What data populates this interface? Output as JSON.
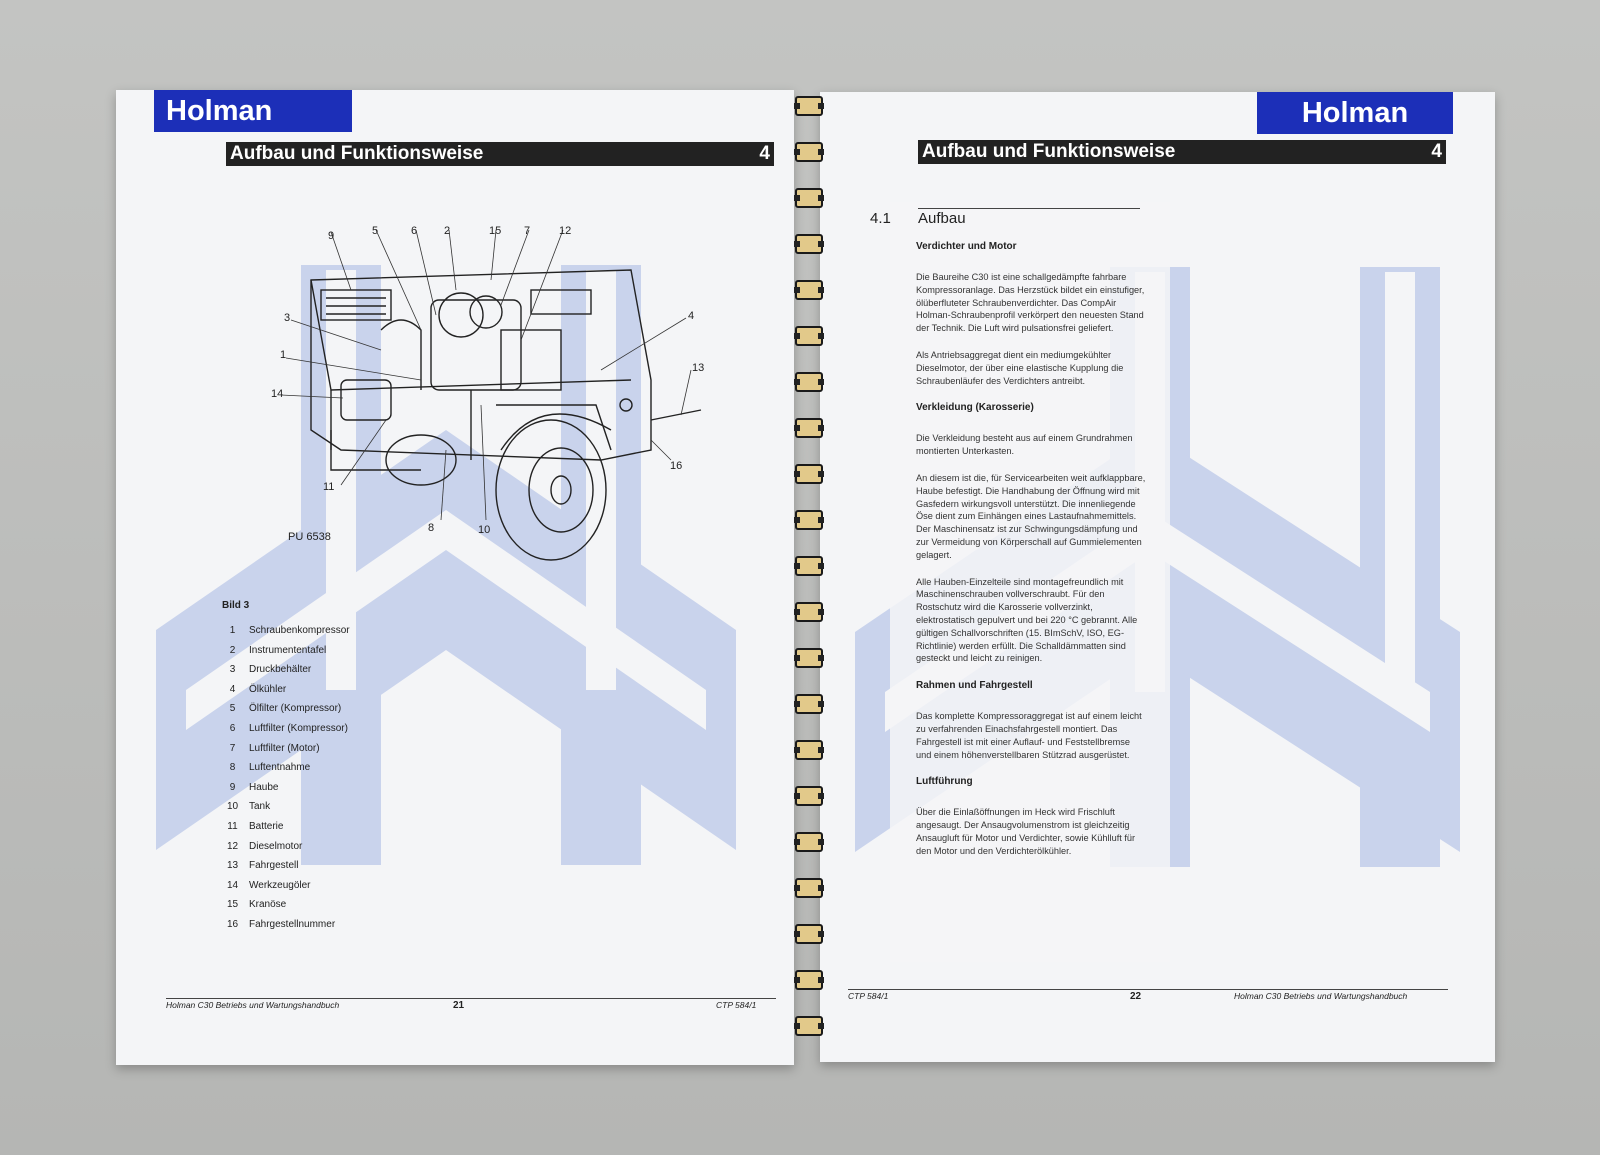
{
  "left_page": {
    "brand": "Holman",
    "chapter_title": "Aufbau und Funktionsweise",
    "chapter_number": "4",
    "figure_callouts": [
      "9",
      "5",
      "6",
      "2",
      "15",
      "7",
      "12",
      "3",
      "4",
      "1",
      "13",
      "14",
      "16",
      "11",
      "8",
      "10"
    ],
    "figure_code": "PU 6538",
    "legend_title": "Bild 3",
    "legend": [
      {
        "n": "1",
        "label": "Schraubenkompressor"
      },
      {
        "n": "2",
        "label": "Instrumententafel"
      },
      {
        "n": "3",
        "label": "Druckbehälter"
      },
      {
        "n": "4",
        "label": "Ölkühler"
      },
      {
        "n": "5",
        "label": "Ölfilter (Kompressor)"
      },
      {
        "n": "6",
        "label": "Luftfilter (Kompressor)"
      },
      {
        "n": "7",
        "label": "Luftfilter (Motor)"
      },
      {
        "n": "8",
        "label": "Luftentnahme"
      },
      {
        "n": "9",
        "label": "Haube"
      },
      {
        "n": "10",
        "label": "Tank"
      },
      {
        "n": "11",
        "label": "Batterie"
      },
      {
        "n": "12",
        "label": "Dieselmotor"
      },
      {
        "n": "13",
        "label": "Fahrgestell"
      },
      {
        "n": "14",
        "label": "Werkzeugöler"
      },
      {
        "n": "15",
        "label": "Kranöse"
      },
      {
        "n": "16",
        "label": "Fahrgestellnummer"
      }
    ],
    "footer_left": "Holman C30 Betriebs und Wartungshandbuch",
    "page_number": "21",
    "footer_right": "CTP 584/1"
  },
  "right_page": {
    "brand": "Holman",
    "chapter_title": "Aufbau und Funktionsweise",
    "chapter_number": "4",
    "section_number": "4.1",
    "section_title": "Aufbau",
    "blocks": [
      {
        "heading": "Verdichter und Motor",
        "paragraphs": [
          "Die Baureihe C30 ist eine schallgedämpfte fahrbare Kompressoranlage. Das Herzstück bildet ein einstufiger, ölüberfluteter Schraubenverdichter. Das CompAir Holman-Schraubenprofil verkörpert den neuesten Stand der Technik. Die Luft wird pulsationsfrei geliefert.",
          "Als Antriebsaggregat dient ein mediumgekühlter Dieselmotor, der über eine elastische Kupplung die Schraubenläufer des Verdichters antreibt."
        ]
      },
      {
        "heading": "Verkleidung (Karosserie)",
        "paragraphs": [
          "Die Verkleidung besteht aus auf einem Grundrahmen montierten Unterkasten.",
          "An diesem ist die, für Servicearbeiten weit aufklappbare, Haube befestigt. Die Handhabung der Öffnung wird mit Gasfedern wirkungsvoll unterstützt. Die innenliegende Öse dient zum Einhängen eines Lastaufnahmemittels. Der Maschinensatz ist zur Schwingungsdämpfung und zur Vermeidung von Körperschall auf Gummielementen gelagert.",
          "Alle Hauben-Einzelteile sind montagefreundlich mit Maschinenschrauben vollverschraubt. Für den Rostschutz wird die Karosserie vollverzinkt, elektrostatisch gepulvert und bei 220 °C gebrannt. Alle gültigen Schallvorschriften (15. BImSchV, ISO, EG-Richtlinie) werden erfüllt. Die Schalldämmatten sind gesteckt und leicht zu reinigen."
        ]
      },
      {
        "heading": "Rahmen und Fahrgestell",
        "paragraphs": [
          "Das komplette Kompressoraggregat ist auf einem leicht zu verfahrenden Einachsfahrgestell montiert. Das Fahrgestell ist mit einer Auflauf- und Feststellbremse und einem höhenverstellbaren Stützrad ausgerüstet."
        ]
      },
      {
        "heading": "Luftführung",
        "paragraphs": [
          "Über die Einlaßöffnungen im Heck wird Frischluft angesaugt. Der Ansaugvolumenstrom ist gleichzeitig Ansaugluft für Motor und Verdichter, sowie Kühlluft für den Motor und den Verdichterölkühler."
        ]
      }
    ],
    "footer_left": "CTP 584/1",
    "page_number": "22",
    "footer_right": "Holman C30 Betriebs und Wartungshandbuch"
  },
  "colors": {
    "brand_blue": "#1c2fb8",
    "bar_black": "#222222",
    "watermark": "#c9d3ec",
    "coil": "#e2c98a"
  }
}
